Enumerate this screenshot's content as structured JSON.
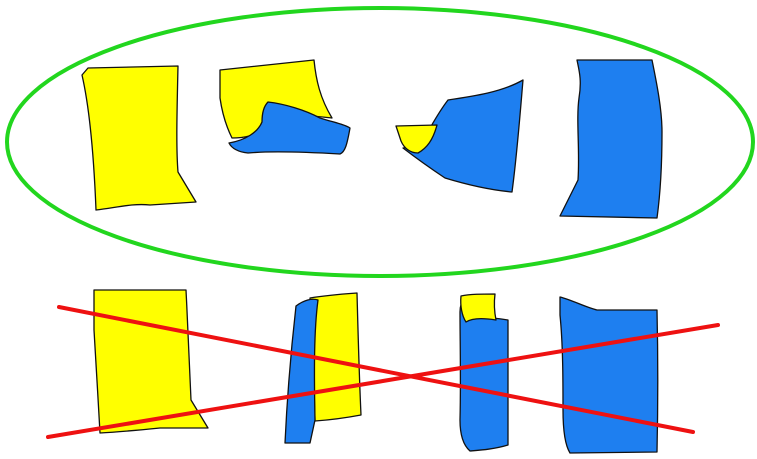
{
  "diagram": {
    "colors": {
      "yellow": "#ffff00",
      "blue": "#1e7ff0",
      "outline": "#111111",
      "correct_ring": "#22d61e",
      "wrong_cross": "#ee1111"
    },
    "groups": [
      {
        "id": "correct",
        "marker": "ellipse",
        "shapes": [
          "yellow-page",
          "curling-yellow-over-blue",
          "curling-blue-over-yellow",
          "blue-page"
        ]
      },
      {
        "id": "incorrect",
        "marker": "cross",
        "shapes": [
          "yellow-page",
          "blue-over-yellow-strips",
          "yellow-tab-on-blue-strip",
          "blue-page"
        ]
      }
    ]
  }
}
